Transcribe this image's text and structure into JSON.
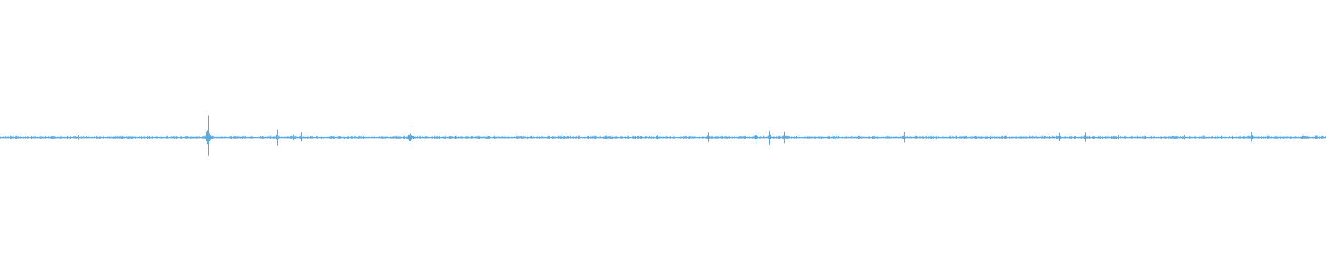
{
  "waveform": {
    "color": "#5DAAE0",
    "background": "#FFFFFF",
    "duration_fraction_spikes": [
      {
        "t": 0.0077,
        "amp": 0.1
      },
      {
        "t": 0.0425,
        "amp": 0.06
      },
      {
        "t": 0.059,
        "amp": 0.12
      },
      {
        "t": 0.065,
        "amp": 0.07
      },
      {
        "t": 0.118,
        "amp": 0.14
      },
      {
        "t": 0.157,
        "amp": 1.0
      },
      {
        "t": 0.209,
        "amp": 0.38
      },
      {
        "t": 0.221,
        "amp": 0.16
      },
      {
        "t": 0.227,
        "amp": 0.2
      },
      {
        "t": 0.249,
        "amp": 0.06
      },
      {
        "t": 0.309,
        "amp": 0.5
      },
      {
        "t": 0.319,
        "amp": 0.1
      },
      {
        "t": 0.339,
        "amp": 0.07
      },
      {
        "t": 0.423,
        "amp": 0.18
      },
      {
        "t": 0.457,
        "amp": 0.26
      },
      {
        "t": 0.496,
        "amp": 0.1
      },
      {
        "t": 0.534,
        "amp": 0.24
      },
      {
        "t": 0.57,
        "amp": 0.3
      },
      {
        "t": 0.58,
        "amp": 0.34
      },
      {
        "t": 0.591,
        "amp": 0.3
      },
      {
        "t": 0.63,
        "amp": 0.14
      },
      {
        "t": 0.658,
        "amp": 0.08
      },
      {
        "t": 0.682,
        "amp": 0.22
      },
      {
        "t": 0.701,
        "amp": 0.12
      },
      {
        "t": 0.747,
        "amp": 0.1
      },
      {
        "t": 0.799,
        "amp": 0.22
      },
      {
        "t": 0.818,
        "amp": 0.24
      },
      {
        "t": 0.843,
        "amp": 0.1
      },
      {
        "t": 0.893,
        "amp": 0.12
      },
      {
        "t": 0.944,
        "amp": 0.26
      },
      {
        "t": 0.957,
        "amp": 0.18
      },
      {
        "t": 0.992,
        "amp": 0.22
      }
    ],
    "baseline_amplitude": 0.05,
    "seed": 7
  }
}
